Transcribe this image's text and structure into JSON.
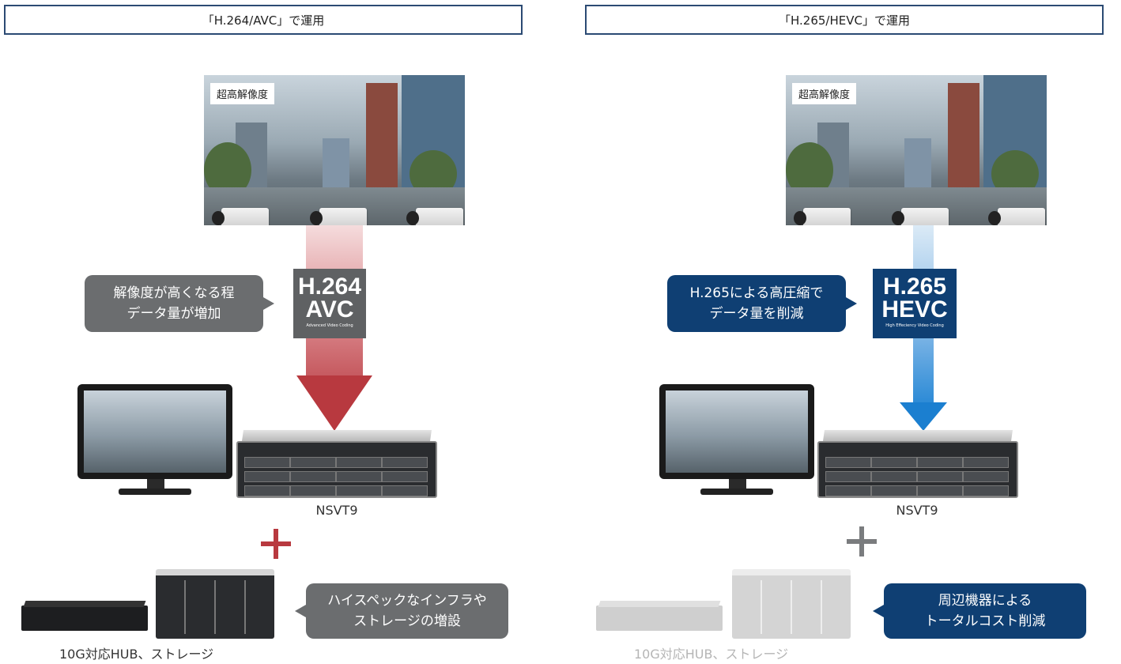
{
  "left": {
    "heading": "「H.264/AVC」で運用",
    "scene_label": "超高解像度",
    "codec": {
      "line1": "H.264",
      "line2": "AVC",
      "line3": "Advanced Video Coding"
    },
    "bubble_lines": [
      "解像度が高くなる程",
      "データ量が増加"
    ],
    "server_label": "NSVT9",
    "infra_bubble_lines": [
      "ハイスペックなインフラや",
      "ストレージの増設"
    ],
    "footer_label": "10G対応HUB、ストレージ"
  },
  "right": {
    "heading": "「H.265/HEVC」で運用",
    "scene_label": "超高解像度",
    "codec": {
      "line1": "H.265",
      "line2": "HEVC",
      "line3": "High Effeciency Video Coding"
    },
    "bubble_lines": [
      "H.265による高圧縮で",
      "データ量を削減"
    ],
    "server_label": "NSVT9",
    "infra_bubble_lines": [
      "周辺機器による",
      "トータルコスト削減"
    ],
    "footer_label": "10G対応HUB、ストレージ"
  },
  "colors": {
    "heading_border": "#2b4a73",
    "gray_bubble": "#6b6d6f",
    "navy": "#0f3f73",
    "red_arrow": "#b8393f",
    "blue_arrow": "#1b7fd0",
    "red_plus": "#b8393f",
    "gray_plus": "#7a7c7e"
  },
  "icons": [
    "camera-icon",
    "monitor-icon",
    "server-icon",
    "plus-icon",
    "hub-icon",
    "storage-icon"
  ]
}
